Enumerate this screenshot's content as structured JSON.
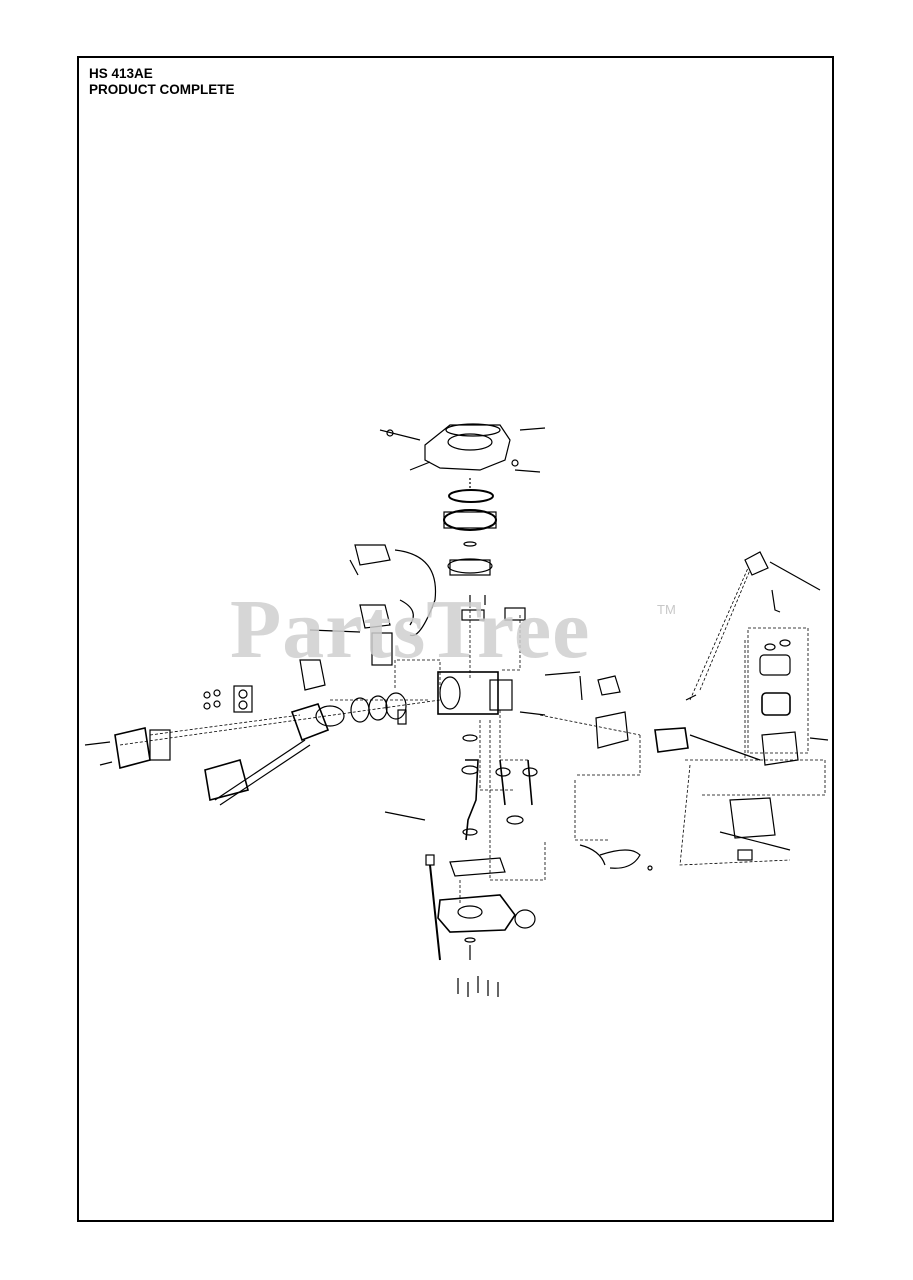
{
  "header": {
    "model": "HS 413AE",
    "section": "PRODUCT COMPLETE"
  },
  "watermark": {
    "text": "PartsTree",
    "trademark": "TM",
    "color": "#cfcfcf"
  },
  "line_color": "#000000"
}
